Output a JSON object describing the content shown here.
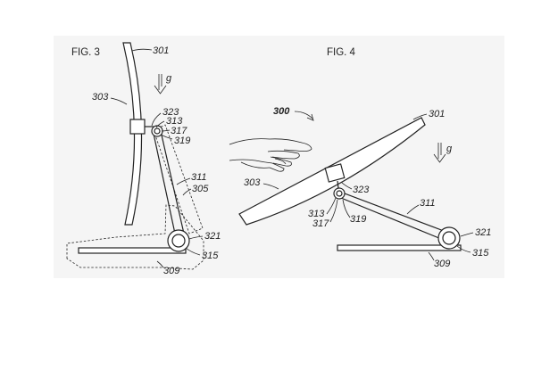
{
  "figures": {
    "fig3": {
      "title": "FIG. 3",
      "gravity": "g",
      "labels": {
        "l301": "301",
        "l303": "303",
        "l323": "323",
        "l313": "313",
        "l317": "317",
        "l319": "319",
        "l311": "311",
        "l305": "305",
        "l321": "321",
        "l315": "315",
        "l309": "309"
      }
    },
    "fig4": {
      "title": "FIG. 4",
      "gravity": "g",
      "labels": {
        "l300": "300",
        "l301": "301",
        "l303": "303",
        "l323": "323",
        "l313": "313",
        "l317": "317",
        "l319": "319",
        "l311": "311",
        "l321": "321",
        "l315": "315",
        "l309": "309"
      }
    }
  }
}
